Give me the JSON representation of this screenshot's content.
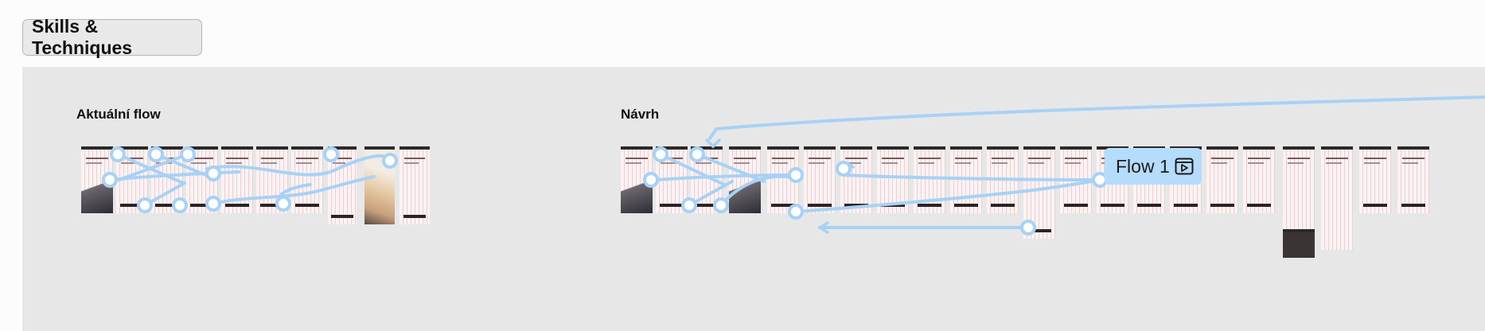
{
  "section": {
    "label": "Skills & Techniques"
  },
  "frames": {
    "current_label": "Aktuální flow",
    "proposal_label": "Návrh"
  },
  "flow_badge": {
    "label": "Flow 1",
    "icon": "play-frame-icon"
  },
  "colors": {
    "canvas": "#e7e7e7",
    "connector": "#a7d2f6",
    "badge": "#b6dcfb",
    "screen_stripe": "#eecfd0"
  }
}
